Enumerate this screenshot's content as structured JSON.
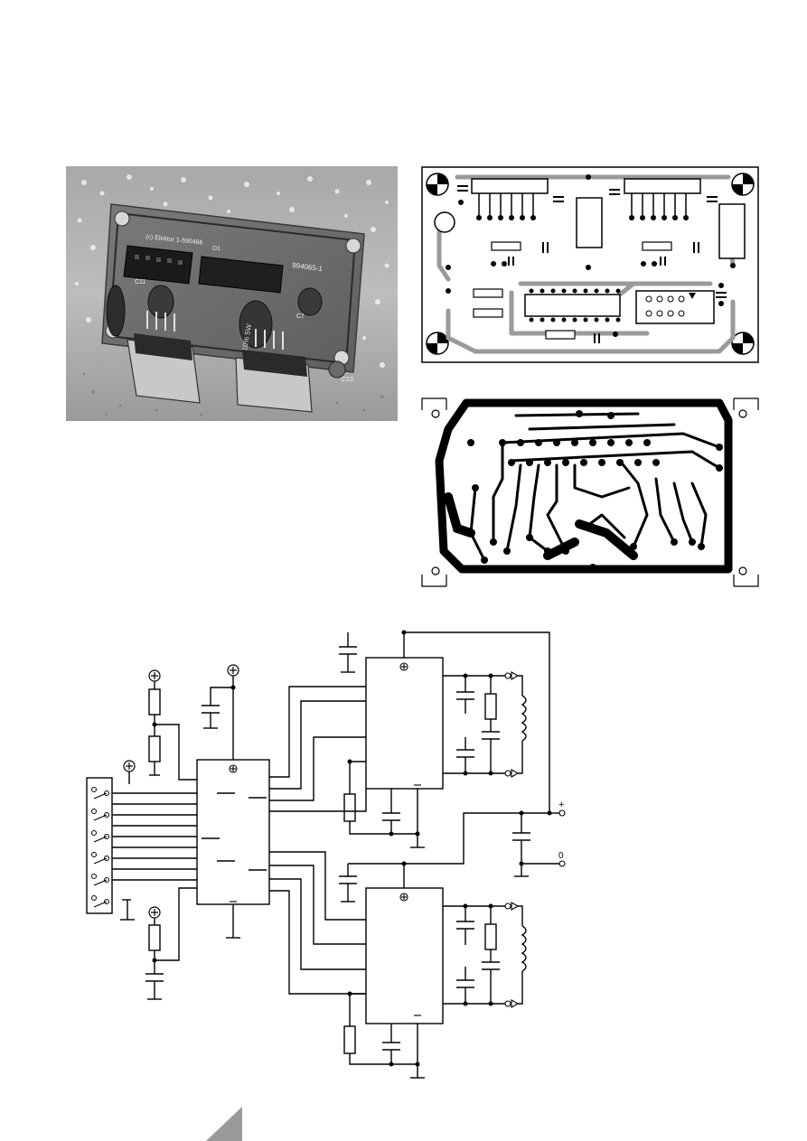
{
  "photo": {
    "board_marking_1": "994065-1",
    "board_marking_2": "(c) Elektor 1-590466",
    "label_c11": "C11",
    "label_c7": "C7",
    "label_c13": "C13",
    "label_d1": "D1",
    "resistor_marking": "10% 5W"
  },
  "schematic": {
    "supply_plus_label": "+",
    "supply_zero_label": "0"
  }
}
